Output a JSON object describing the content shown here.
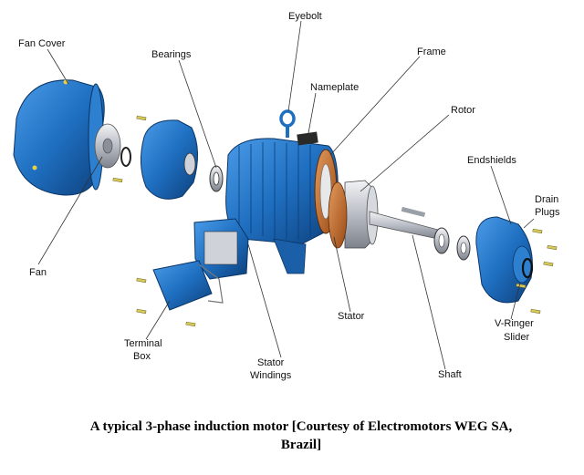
{
  "labels": {
    "fan_cover": "Fan Cover",
    "bearings": "Bearings",
    "eyebolt": "Eyebolt",
    "nameplate": "Nameplate",
    "frame": "Frame",
    "rotor": "Rotor",
    "endshields": "Endshields",
    "drain_plugs_1": "Drain",
    "drain_plugs_2": "Plugs",
    "fan": "Fan",
    "terminal_box_1": "Terminal",
    "terminal_box_2": "Box",
    "stator": "Stator",
    "stator_windings_1": "Stator",
    "stator_windings_2": "Windings",
    "shaft": "Shaft",
    "v_ringer_slider_1": "V-Ringer",
    "v_ringer_slider_2": "Slider"
  },
  "caption": {
    "line1": "A typical 3-phase induction motor [Courtesy of Electromotors WEG SA,",
    "line2": "Brazil]"
  },
  "colors": {
    "motor_blue": "#1f6fc1",
    "motor_blue_dark": "#0f4c8f",
    "metal": "#c9ccd2",
    "copper": "#c8692a"
  }
}
